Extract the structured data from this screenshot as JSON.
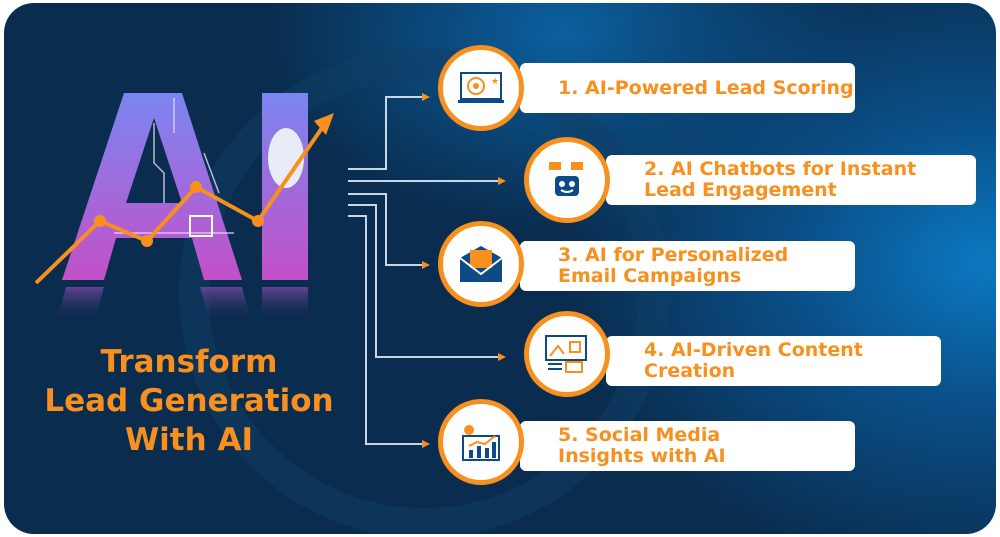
{
  "hero": {
    "letters": "AI",
    "title_lines": [
      "Transform",
      "Lead Generation",
      "With AI"
    ]
  },
  "items": [
    {
      "label": "1. AI-Powered Lead Scoring",
      "icon": "target-laptop-icon"
    },
    {
      "label": "2. AI Chatbots for Instant Lead Engagement",
      "icon": "chatbot-icon"
    },
    {
      "label": "3. AI for Personalized Email Campaigns",
      "icon": "email-megaphone-icon"
    },
    {
      "label": "4. AI-Driven Content Creation",
      "icon": "content-creation-icon"
    },
    {
      "label": "5. Social Media Insights with AI",
      "icon": "insights-chart-icon"
    }
  ],
  "colors": {
    "accent": "#f7901e",
    "navy": "#0a2c4e",
    "icon_blue": "#0d4a86"
  }
}
